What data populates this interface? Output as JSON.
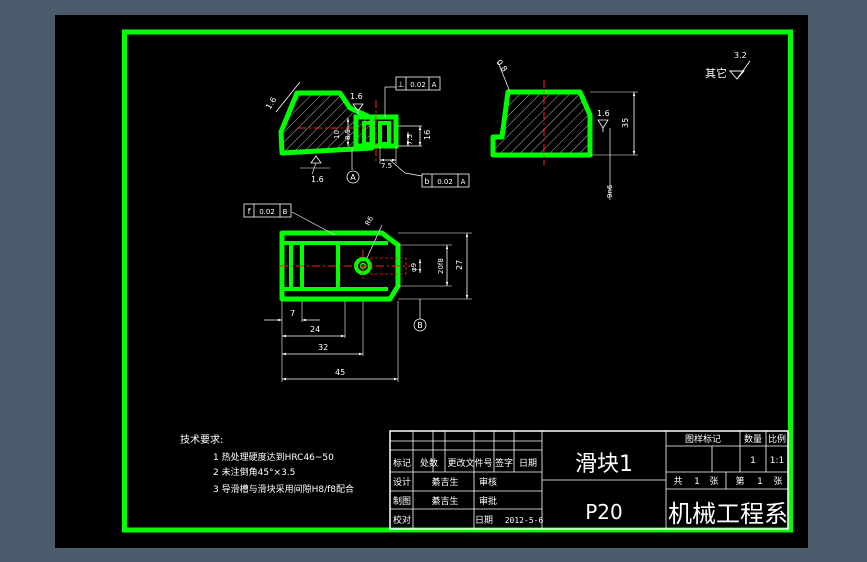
{
  "dims": {
    "h_7": "7",
    "h_24": "24",
    "h_32": "32",
    "h_45": "45",
    "v_27": "27",
    "v_20f8": "20f8",
    "v_phi9": "φ9",
    "v_16": "16",
    "v_7_5": "7.5",
    "v_10": "10",
    "v_8_5": "8.5",
    "h_7_5": "7.5",
    "v_35": "35",
    "v_9n6": "9n6",
    "hole_r": "R6"
  },
  "roughness": {
    "r_1_6_a": "1.6",
    "r_1_6_b": "1.6",
    "r_1_6_c": "1.6",
    "r_1_6_d": "1.6",
    "r_0_8": "0.8",
    "other_label": "其它",
    "other_value": "3.2"
  },
  "tolerance_frames": [
    {
      "symbol": "⊥",
      "value": "0.02",
      "datum": "A"
    },
    {
      "symbol": "b",
      "value": "0.02",
      "datum": "A"
    },
    {
      "symbol": "f",
      "value": "0.02",
      "datum": "B"
    }
  ],
  "datums": {
    "a": "A",
    "b": "B"
  },
  "tech_req": {
    "title": "技术要求:",
    "items": [
      "1  热处理硬度达到HRC46~50",
      "2  未注倒角45°×3.5",
      "3  导滑槽与滑块采用间隙H8/f8配合"
    ]
  },
  "title_block": {
    "headers": [
      "标记",
      "处数",
      "更改文件号",
      "签字",
      "日期"
    ],
    "design_label": "设计",
    "design_name": "綦吉生",
    "review_label": "审核",
    "draw_label": "制图",
    "draw_name": "綦吉生",
    "approve_label": "审批",
    "proof_label": "校对",
    "date_label": "日期",
    "date_value": "2012-5-6",
    "part_name": "滑块1",
    "drawing_no": "P20",
    "stage_label": "图样标记",
    "qty_label": "数量",
    "scale_label": "比例",
    "qty_value": "1",
    "scale_value": "1:1",
    "total_label": "共",
    "total_value": "1",
    "sheet_unit": "张",
    "page_label": "第",
    "page_value": "1",
    "page_unit": "张",
    "org": "机械工程系"
  }
}
